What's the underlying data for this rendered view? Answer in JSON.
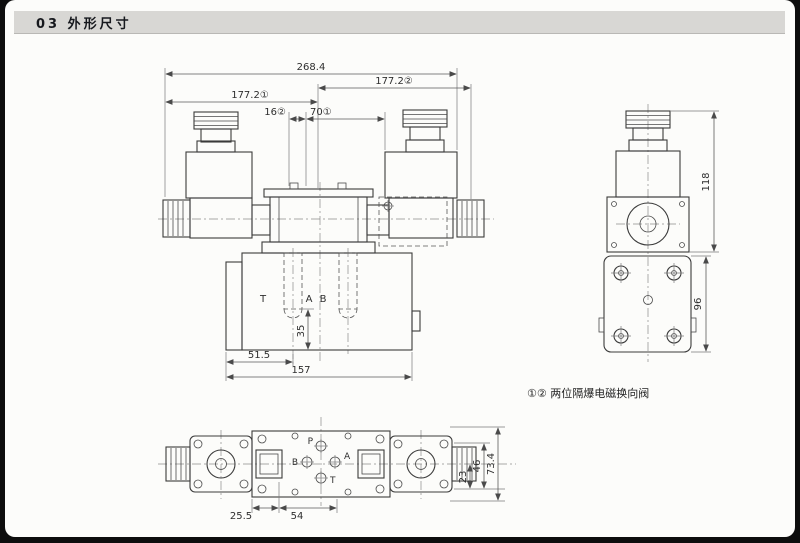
{
  "colors": {
    "paper": "#fcfcfa",
    "frame": "#0d0d0d",
    "header_bg": "#d8d7d4",
    "line": "#3b3b3b",
    "dimension": "#5a5a5a"
  },
  "header": {
    "title": "03 外形尺寸"
  },
  "note": {
    "text": "①② 两位隔爆电磁换向阀"
  },
  "front_view": {
    "dim_total_width": "268.4",
    "dim_len_right": "177.2②",
    "dim_len_left": "177.2①",
    "dim_16": "16②",
    "dim_70": "70①",
    "dim_35": "35",
    "dim_51_5": "51.5",
    "dim_157": "157",
    "port_t": "T",
    "port_a": "A",
    "port_b": "B"
  },
  "side_view": {
    "dim_118": "118",
    "dim_96": "96"
  },
  "bottom_view": {
    "dim_25_5": "25.5",
    "dim_54": "54",
    "dim_23": "23",
    "dim_46": "46",
    "dim_73_4": "73.4",
    "port_p": "P",
    "port_a": "A",
    "port_b": "B",
    "port_t": "T"
  }
}
